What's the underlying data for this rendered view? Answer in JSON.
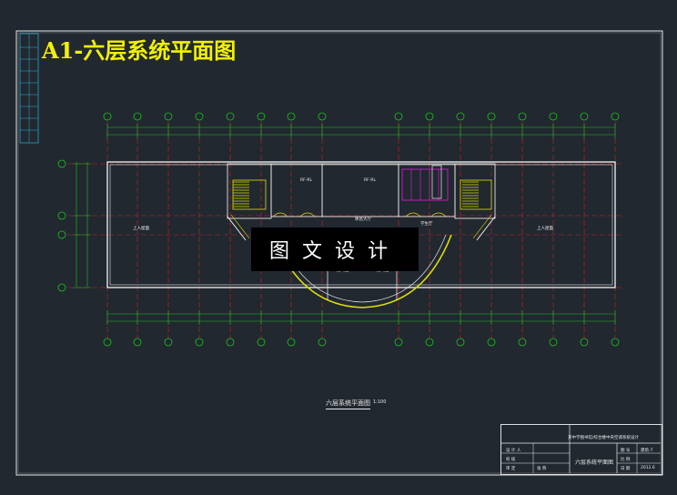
{
  "sheet_title": "A1-六层系统平面图",
  "watermark": "图文设计",
  "plan_title": "六层系统平面图",
  "plan_scale": "1:100",
  "rooms": {
    "left_terrace": "上人屋面",
    "right_terrace": "上人屋面",
    "center_hall": "休息大厅",
    "right_hall": "学生厅",
    "room_1": "RF-RL",
    "room_2": "RF-RL",
    "room_3": "RF-RL",
    "room_4": "RF-RL"
  },
  "title_block": {
    "project": "某中学图书馆/综合楼中央空调系统设计",
    "drawing_name": "六层系统平面图",
    "row1_label": "设 计 人",
    "row2_label": "校 核",
    "row3_label": "审 定",
    "row3_value": "张 燕",
    "c1": "图 号",
    "c1v": "建筑-7",
    "c2": "比 例",
    "c3": "日 期",
    "c3v": "2012.6"
  },
  "colors": {
    "background": "#212830",
    "title_yellow": "#f2f200",
    "axis_red": "#d02020",
    "dim_green": "#20c020",
    "wall_white": "#e8e8e8",
    "stair_yellow": "#e0e000",
    "accent_magenta": "#e020e0"
  }
}
